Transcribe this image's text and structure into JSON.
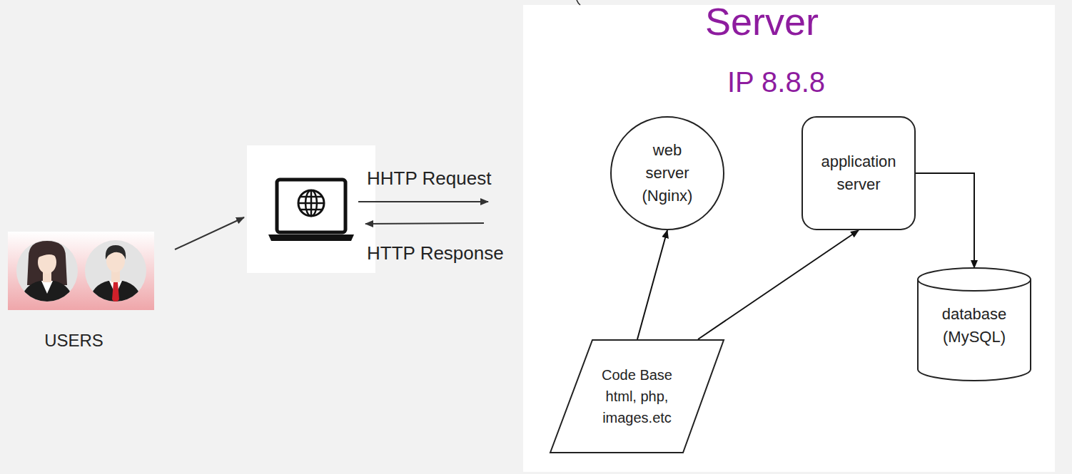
{
  "diagram": {
    "nodes": [
      {
        "text": [
          "USERS"
        ]
      },
      {
        "text": [
          "Server",
          "IP 8.8.8"
        ]
      },
      {
        "text": [
          "web server (Nginx)"
        ],
        "in": 1
      },
      {
        "text": [
          "application server"
        ],
        "in": 1
      },
      {
        "text": [
          "database (MySQL)"
        ],
        "in": 1
      },
      {
        "text": [
          "Code Base html, php, images.etc"
        ],
        "in": 1
      }
    ],
    "edges": [
      {
        "from": 5,
        "to": 2,
        "arrow": "to"
      },
      {
        "from": 5,
        "to": 3,
        "arrow": "to"
      },
      {
        "from": 3,
        "to": 4,
        "arrow": "to"
      }
    ],
    "labels": [
      "HHTP Request",
      "HTTP Response"
    ]
  }
}
